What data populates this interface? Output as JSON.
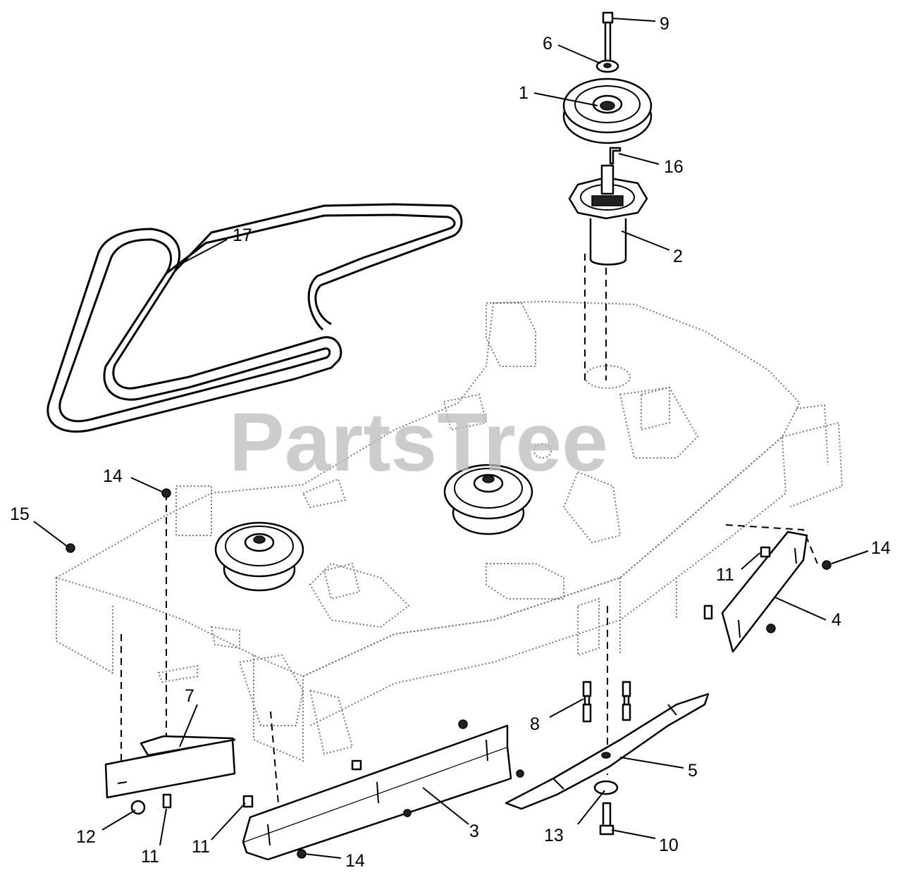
{
  "watermark": "PartsTree",
  "callouts": [
    {
      "id": "c1",
      "label": "1"
    },
    {
      "id": "c2",
      "label": "2"
    },
    {
      "id": "c3",
      "label": "3"
    },
    {
      "id": "c4",
      "label": "4"
    },
    {
      "id": "c5",
      "label": "5"
    },
    {
      "id": "c6",
      "label": "6"
    },
    {
      "id": "c7",
      "label": "7"
    },
    {
      "id": "c8",
      "label": "8"
    },
    {
      "id": "c9",
      "label": "9"
    },
    {
      "id": "c10",
      "label": "10"
    },
    {
      "id": "c11a",
      "label": "11"
    },
    {
      "id": "c11b",
      "label": "11"
    },
    {
      "id": "c11c",
      "label": "11"
    },
    {
      "id": "c12",
      "label": "12"
    },
    {
      "id": "c13",
      "label": "13"
    },
    {
      "id": "c14a",
      "label": "14"
    },
    {
      "id": "c14b",
      "label": "14"
    },
    {
      "id": "c14c",
      "label": "14"
    },
    {
      "id": "c15",
      "label": "15"
    },
    {
      "id": "c16",
      "label": "16"
    },
    {
      "id": "c17",
      "label": "17"
    }
  ]
}
